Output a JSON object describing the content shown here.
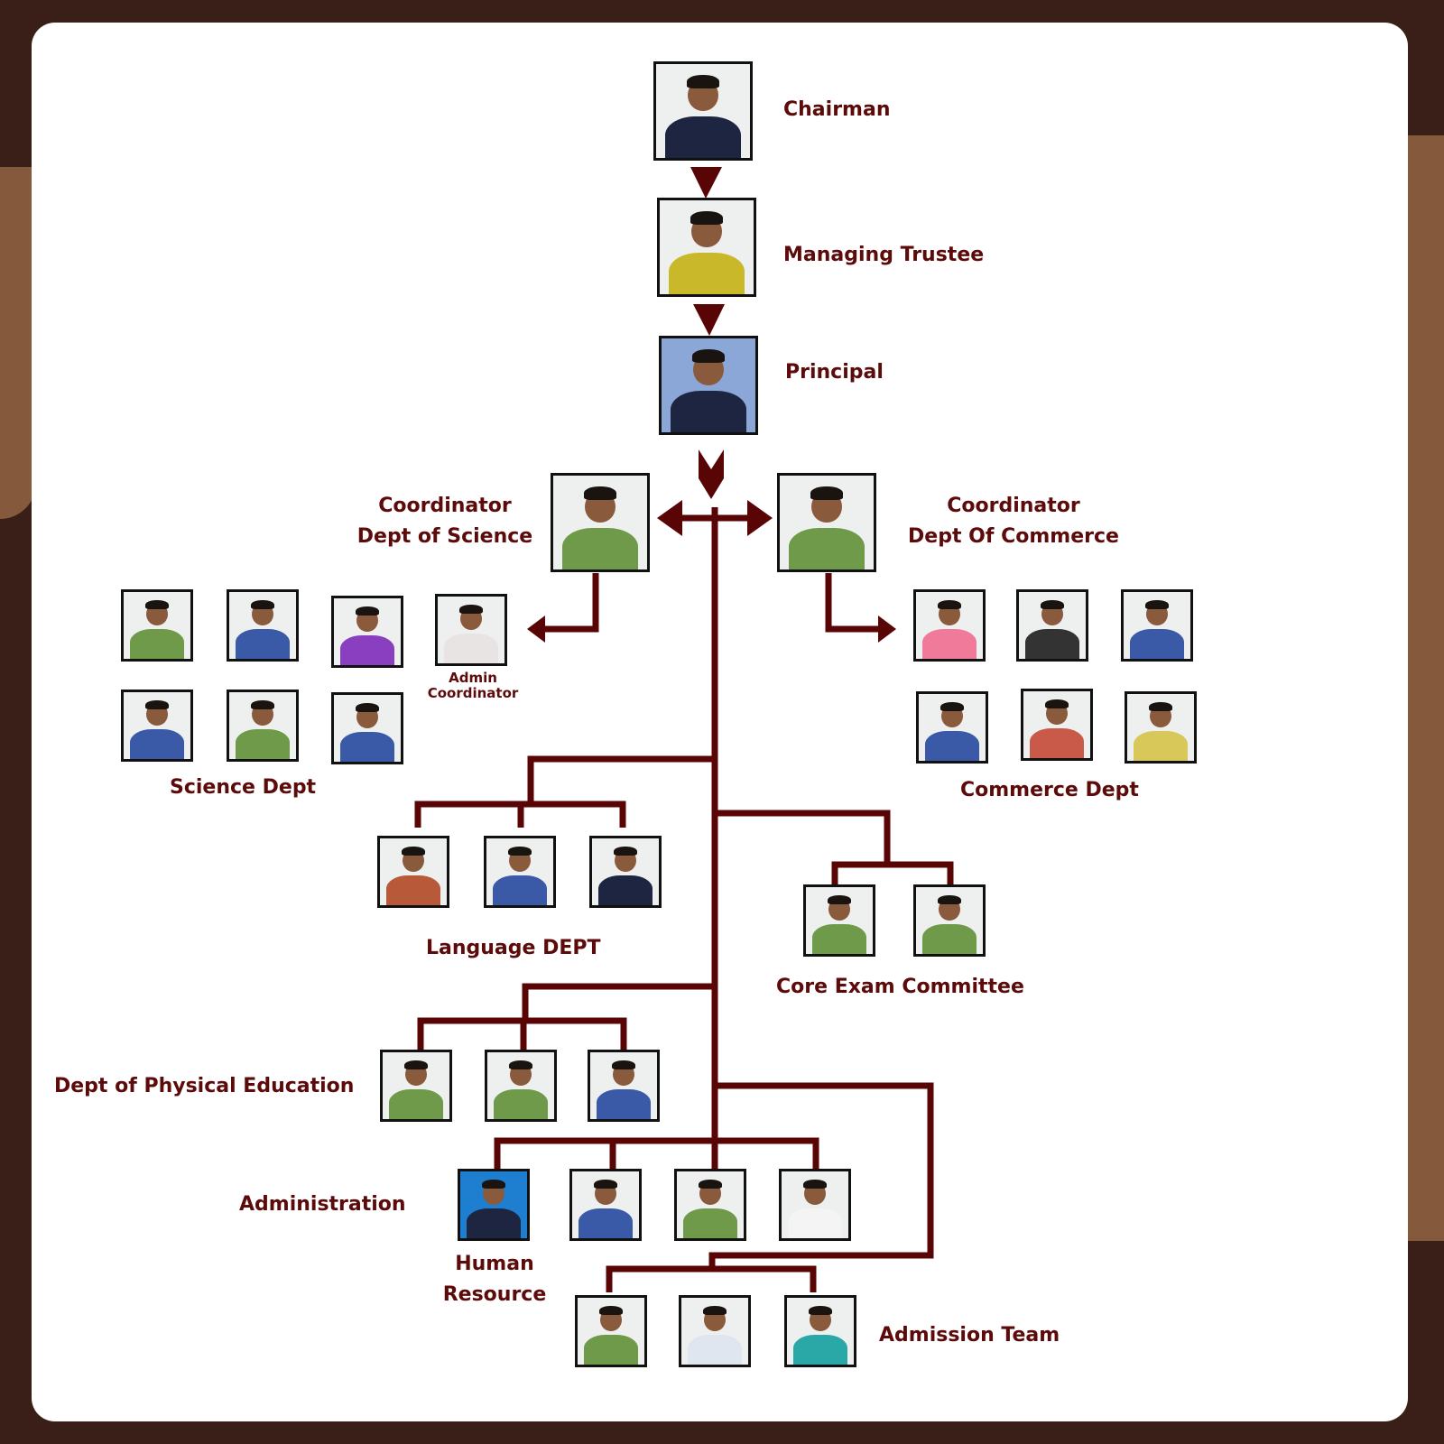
{
  "colors": {
    "line": "#5a0505",
    "text": "#5c0a0a",
    "frame": "#3a1f18",
    "accent": "#85593b"
  },
  "labels": {
    "chairman": "Chairman",
    "managing_trustee": "Managing Trustee",
    "principal": "Principal",
    "coord_science": [
      "Coordinator",
      "Dept of Science"
    ],
    "coord_commerce": [
      "Coordinator",
      "Dept Of Commerce"
    ],
    "admin_coordinator": [
      "Admin",
      "Coordinator"
    ],
    "science_dept": "Science Dept",
    "commerce_dept": "Commerce Dept",
    "language_dept": "Language DEPT",
    "core_exam": "Core Exam Committee",
    "physical_education": "Dept of Physical Education",
    "administration": "Administration",
    "human_resource": [
      "Human",
      "Resource"
    ],
    "admission_team": "Admission Team"
  }
}
